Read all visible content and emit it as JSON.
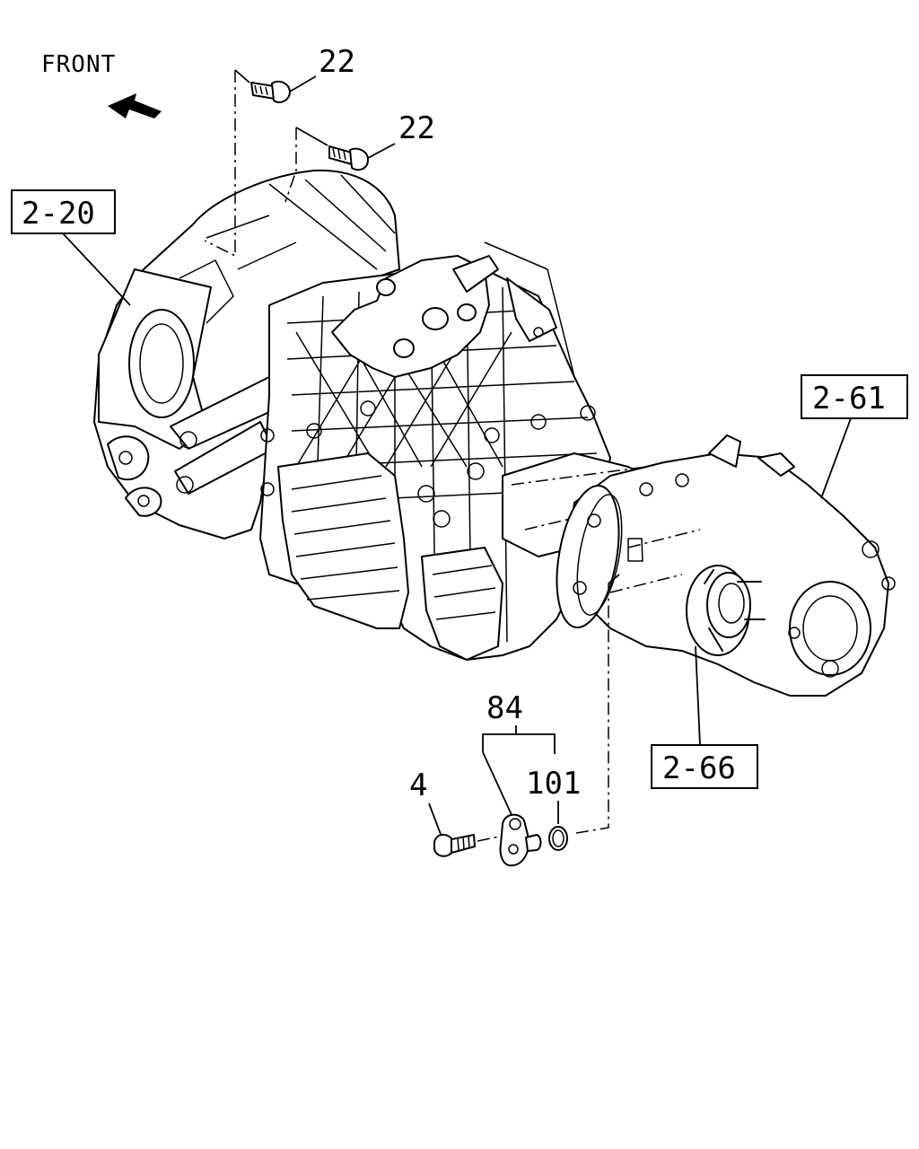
{
  "orientation": {
    "label": "FRONT",
    "arrow_icon": "front-arrow-icon"
  },
  "references": {
    "bell_housing": "2-20",
    "transfer_case": "2-61",
    "output_flange": "2-66"
  },
  "callouts": {
    "bolt_upper_a": "22",
    "bolt_upper_b": "22",
    "drain_plug_assy": "84",
    "drain_bolt": "4",
    "o_ring": "101"
  },
  "colors": {
    "line": "#000000",
    "background": "#ffffff"
  }
}
